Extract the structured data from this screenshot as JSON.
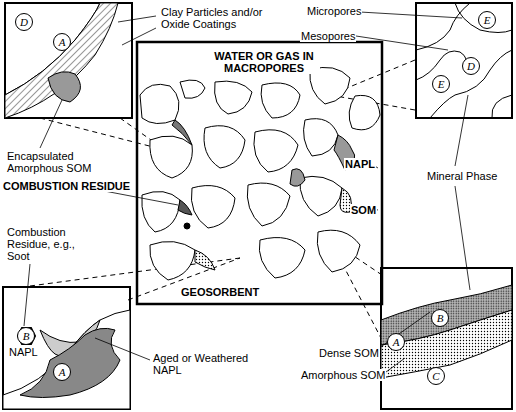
{
  "diagram": {
    "nodes": [
      {
        "text": [
          "D"
        ]
      },
      {
        "text": [
          "A"
        ]
      },
      {
        "text": [
          "E"
        ]
      },
      {
        "text": [
          "D"
        ]
      },
      {
        "text": [
          "E"
        ]
      },
      {
        "text": [
          "B"
        ]
      },
      {
        "text": [
          "A"
        ]
      },
      {
        "text": [
          "B"
        ]
      },
      {
        "text": [
          "A"
        ]
      },
      {
        "text": [
          "C"
        ]
      }
    ],
    "labels": [
      "Clay Particles and/or Oxide Coatings",
      "Micropores",
      "Mesopores",
      "WATER OR GAS IN MACROPORES",
      "Encapsulated Amorphous SOM",
      "COMBUSTION RESIDUE",
      "NAPL",
      "SOM",
      "Mineral Phase",
      "Combustion Residue, e.g., Soot",
      "GEOSORBENT",
      "NAPL",
      "Aged or Weathered NAPL",
      "Dense SOM",
      "Amorphous SOM"
    ]
  }
}
